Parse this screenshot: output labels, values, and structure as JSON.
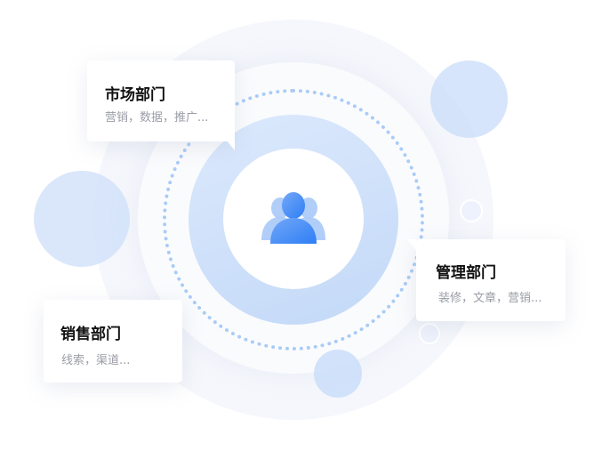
{
  "illustration": {
    "center_icon": "people-group-icon",
    "colors": {
      "accent": "#3d8bf7",
      "accent_light": "#8fb9f6",
      "ring_blue": "#c9ddf9",
      "dotted_ring": "#a9cbf7",
      "outer_ring": "#f5f7fc",
      "title_text": "#111111",
      "sub_text": "#9a9da6"
    }
  },
  "cards": [
    {
      "title": "市场部门",
      "subtitle": "营销，数据，推广..."
    },
    {
      "title": "管理部门",
      "subtitle": "装修，文章，营销..."
    },
    {
      "title": "销售部门",
      "subtitle": "线索，渠道..."
    }
  ]
}
